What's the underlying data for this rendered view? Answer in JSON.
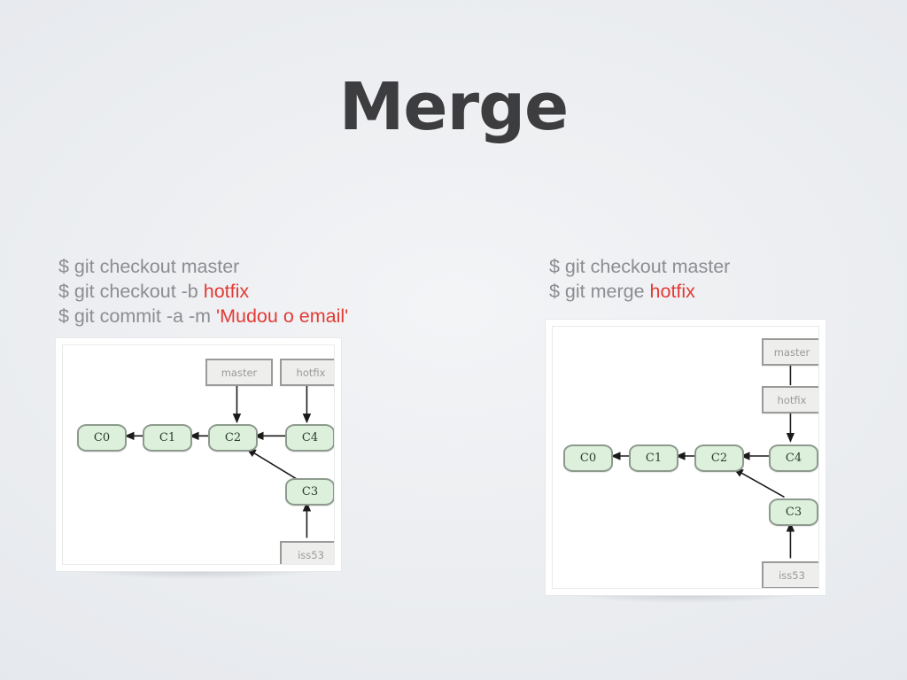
{
  "slide": {
    "title": "Merge",
    "background_color": "#eceef1",
    "title_color": "#3d3d3f",
    "command_color": "#8b8d91",
    "highlight_color": "#e23b35",
    "commit_fill": "#dcf0dc",
    "commit_border": "#8d9a8d",
    "branch_fill": "#eeeeec",
    "branch_border": "#9a9a98"
  },
  "left": {
    "commands": [
      {
        "text": "$ git checkout master",
        "highlight": ""
      },
      {
        "text": "$ git checkout -b ",
        "highlight": "hotfix"
      },
      {
        "text": "$ git commit -a -m ",
        "highlight": "'Mudou o email'"
      }
    ],
    "diagram": {
      "commits": [
        {
          "label": "C0"
        },
        {
          "label": "C1"
        },
        {
          "label": "C2"
        },
        {
          "label": "C4"
        },
        {
          "label": "C3"
        }
      ],
      "branches": [
        {
          "label": "master"
        },
        {
          "label": "hotfix"
        },
        {
          "label": "iss53"
        }
      ],
      "edges": [
        "C1->C0",
        "C2->C1",
        "C4->C2",
        "C3->C2",
        "master->C2",
        "hotfix->C4",
        "iss53->C3"
      ]
    }
  },
  "right": {
    "commands": [
      {
        "text": "$ git checkout master",
        "highlight": ""
      },
      {
        "text": "$ git merge ",
        "highlight": "hotfix"
      }
    ],
    "diagram": {
      "commits": [
        {
          "label": "C0"
        },
        {
          "label": "C1"
        },
        {
          "label": "C2"
        },
        {
          "label": "C4"
        },
        {
          "label": "C3"
        }
      ],
      "branches": [
        {
          "label": "master"
        },
        {
          "label": "hotfix"
        },
        {
          "label": "iss53"
        }
      ],
      "edges": [
        "C1->C0",
        "C2->C1",
        "C4->C2",
        "C3->C2",
        "master--hotfix",
        "hotfix->C4",
        "iss53->C3"
      ]
    }
  }
}
